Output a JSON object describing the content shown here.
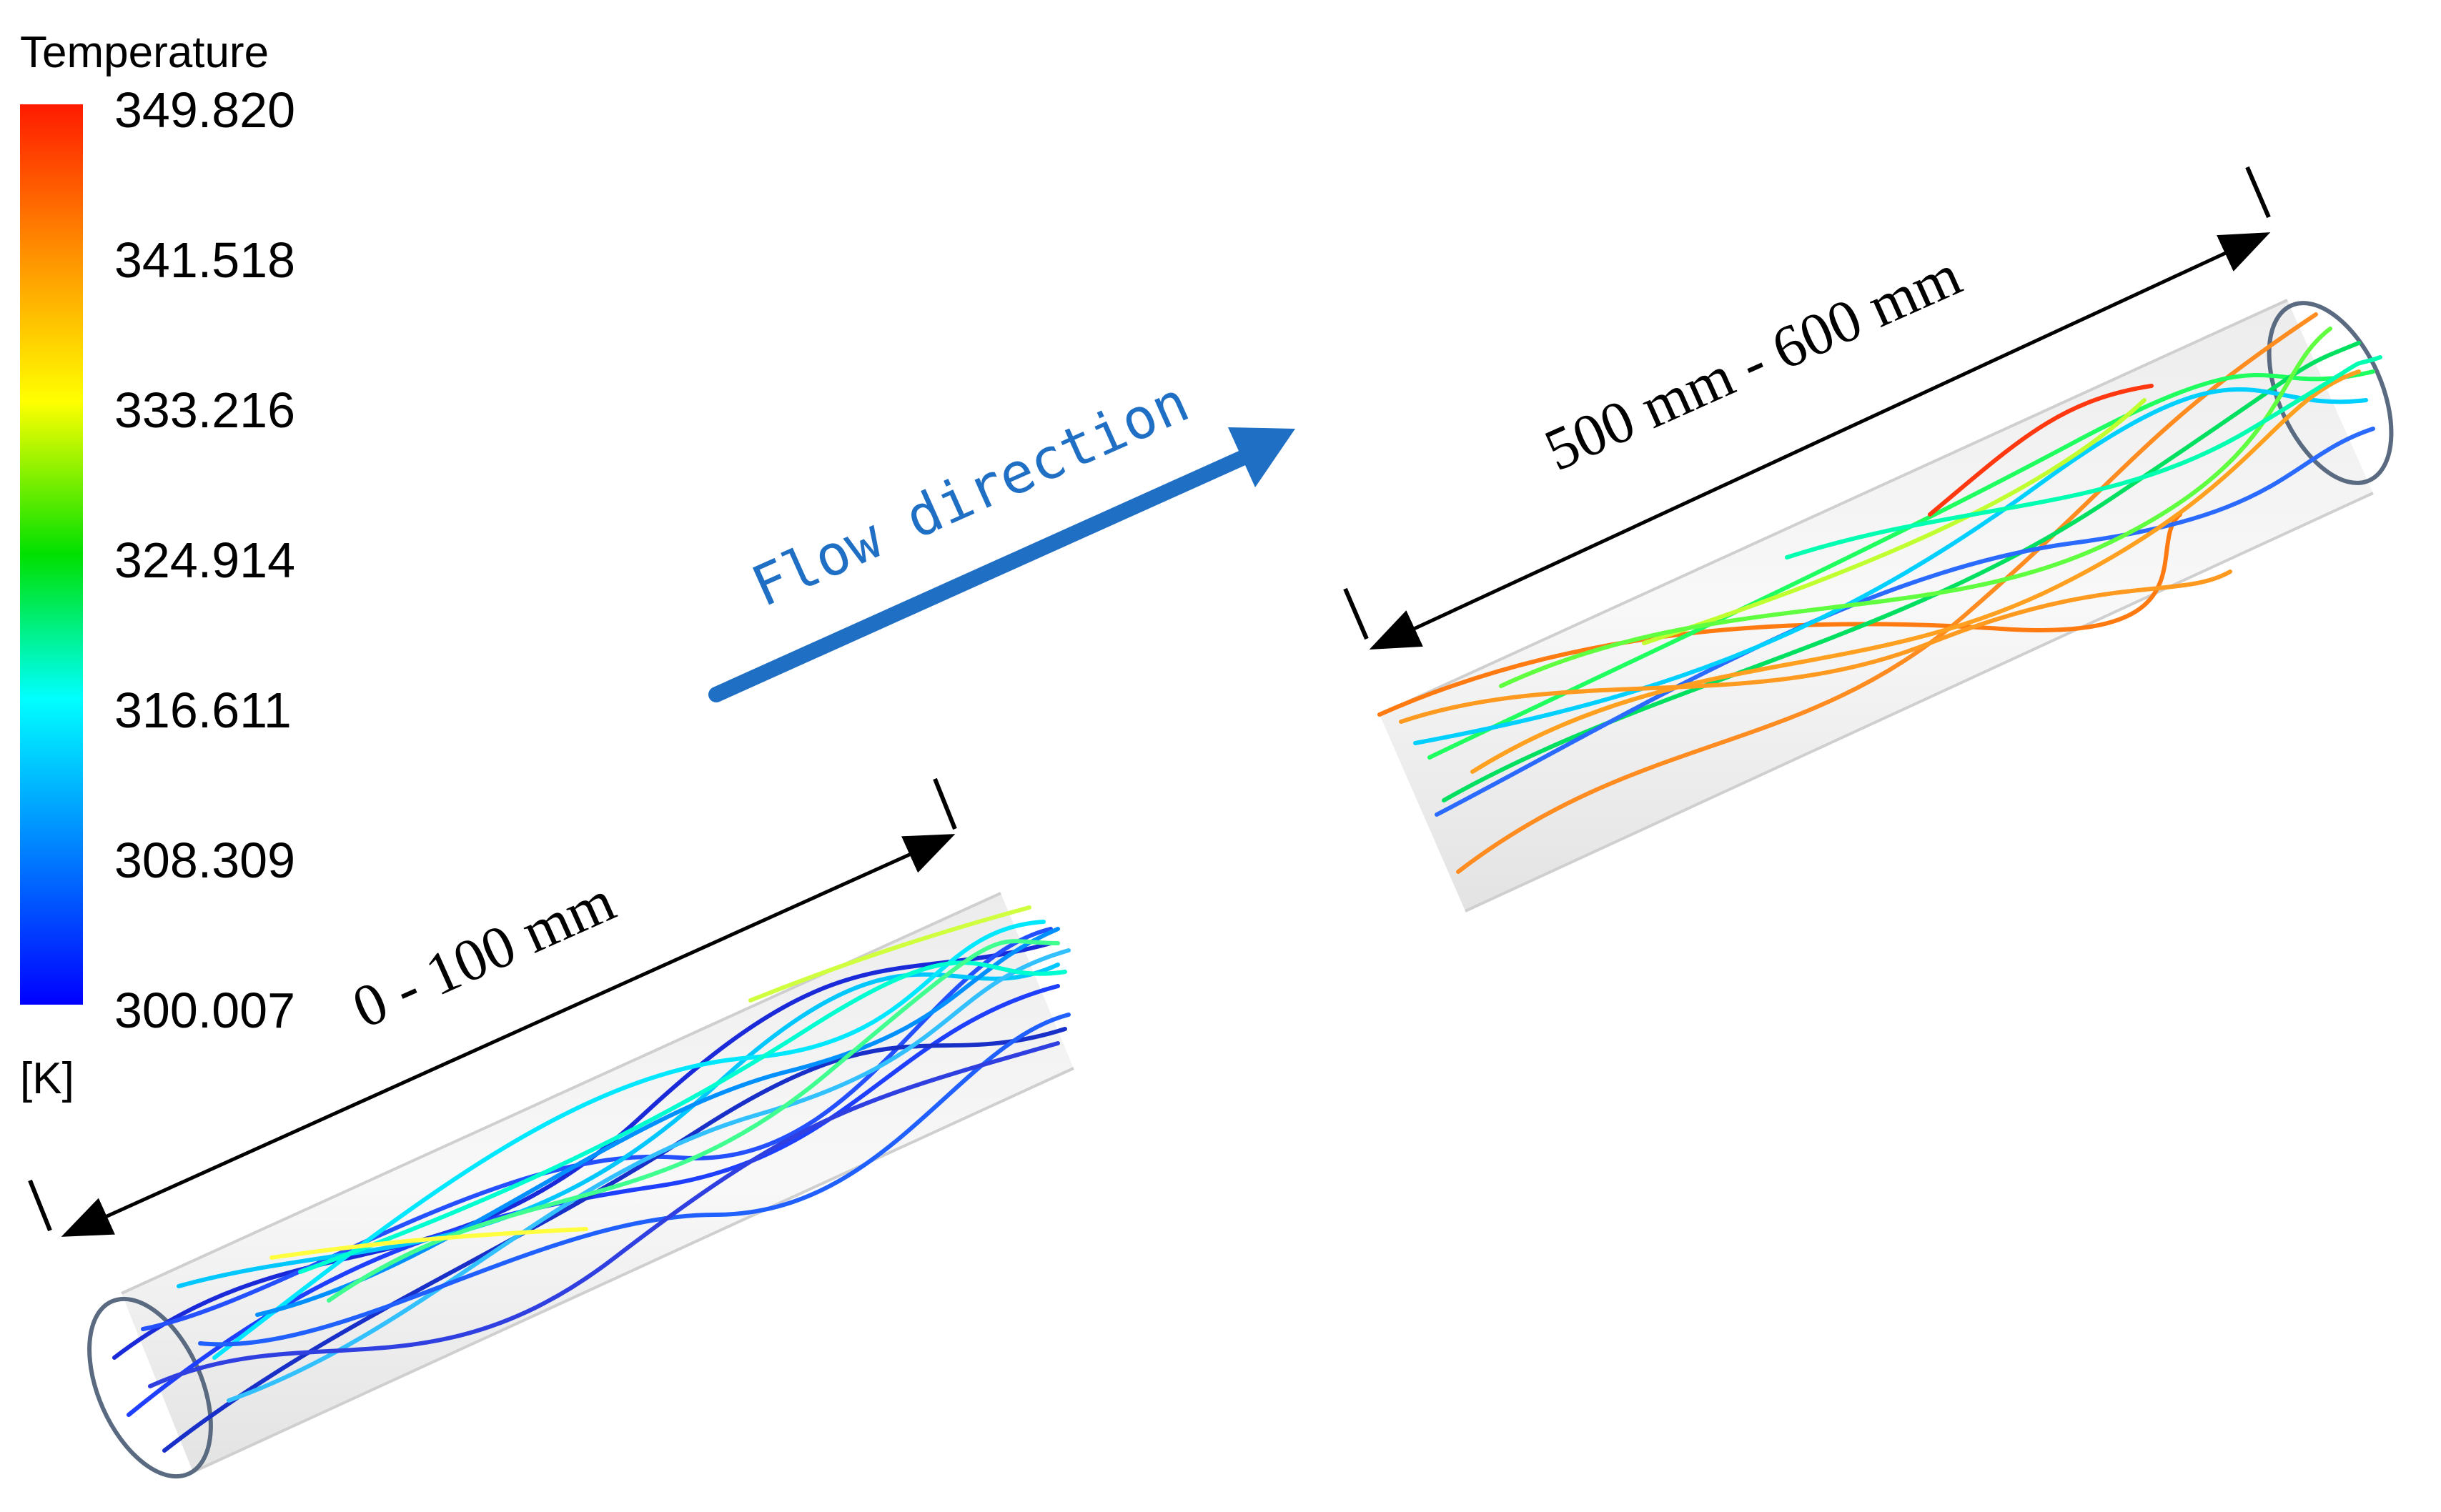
{
  "legend": {
    "title": "Temperature",
    "unit": "[K]",
    "ticks": [
      "349.820",
      "341.518",
      "333.216",
      "324.914",
      "316.611",
      "308.309",
      "300.007"
    ],
    "gradient_stops": [
      "#ff1a00",
      "#ff8c00",
      "#ffff00",
      "#00e000",
      "#00ffff",
      "#0080ff",
      "#0000ff"
    ]
  },
  "flow": {
    "label": "Flow direction",
    "color": "#1f6fc4"
  },
  "sections": [
    {
      "label": "0 - 100 mm"
    },
    {
      "label": "500 mm - 600 mm"
    }
  ]
}
